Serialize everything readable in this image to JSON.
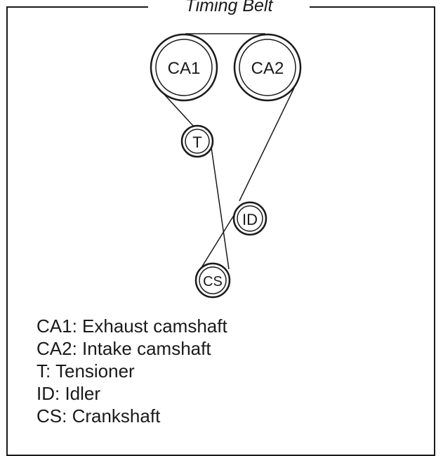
{
  "title": "Timing Belt",
  "pulleys": [
    {
      "id": "ca1",
      "label": "CA1"
    },
    {
      "id": "ca2",
      "label": "CA2"
    },
    {
      "id": "t",
      "label": "T"
    },
    {
      "id": "id",
      "label": "ID"
    },
    {
      "id": "cs",
      "label": "CS"
    }
  ],
  "legend": [
    "CA1: Exhaust camshaft",
    "CA2: Intake camshaft",
    "T: Tensioner",
    "ID: Idler",
    "CS: Crankshaft"
  ]
}
